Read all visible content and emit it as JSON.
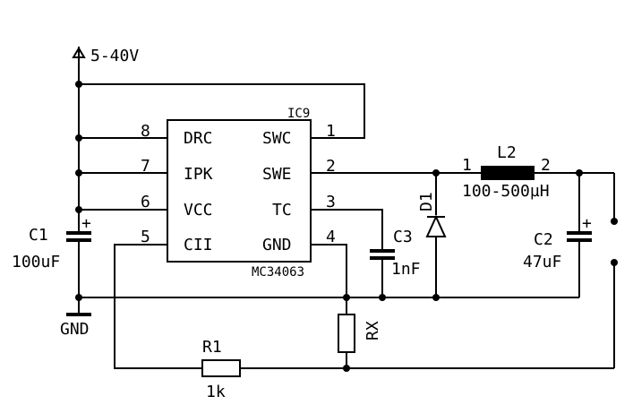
{
  "supply": {
    "label": "5-40V"
  },
  "ground": {
    "label": "GND"
  },
  "ic": {
    "ref": "IC9",
    "part": "MC34063",
    "left_pins": [
      {
        "num": "8",
        "name": "DRC"
      },
      {
        "num": "7",
        "name": "IPK"
      },
      {
        "num": "6",
        "name": "VCC"
      },
      {
        "num": "5",
        "name": "CII"
      }
    ],
    "right_pins": [
      {
        "num": "1",
        "name": "SWC"
      },
      {
        "num": "2",
        "name": "SWE"
      },
      {
        "num": "3",
        "name": "TC"
      },
      {
        "num": "4",
        "name": "GND"
      }
    ]
  },
  "c1": {
    "ref": "C1",
    "value": "100uF",
    "polarity": "+"
  },
  "c2": {
    "ref": "C2",
    "value": "47uF",
    "polarity": "+"
  },
  "c3": {
    "ref": "C3",
    "value": "1nF"
  },
  "d1": {
    "ref": "D1"
  },
  "l2": {
    "ref": "L2",
    "value": "100-500µH",
    "pin1": "1",
    "pin2": "2"
  },
  "r1": {
    "ref": "R1",
    "value": "1k"
  },
  "rx": {
    "ref": "RX"
  }
}
